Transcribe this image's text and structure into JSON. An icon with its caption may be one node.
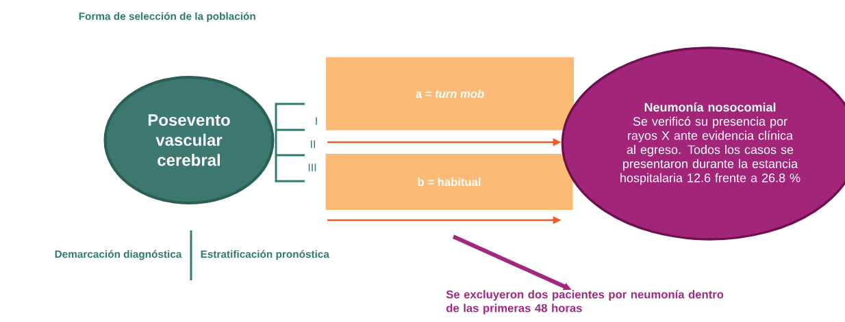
{
  "diagram": {
    "title": "Forma de selección de la población",
    "nodes": [
      {
        "text": [
          "Posevento vascular cerebral"
        ]
      },
      {
        "text": [
          "a = *turn mob*"
        ]
      },
      {
        "text": [
          "b = habitual"
        ]
      },
      {
        "text": [
          "Neumonía nosocomial",
          "Se verificó su presencia por rayos X ante evidencia clínica al egreso. Todos los casos se presentaron durante la estancia hospitalaria 12.6 frente a 26.8 %"
        ]
      },
      {
        "text": [
          "Se excluyeron dos pacientes por neumonía dentro de las primeras 48 horas"
        ]
      }
    ],
    "edges": [
      {
        "from": null,
        "to": 3,
        "arrow": "to"
      },
      {
        "from": null,
        "to": 3,
        "arrow": "to"
      },
      {
        "from": null,
        "to": 4,
        "arrow": "to",
        "style": "thick",
        "color": "#a2277e"
      }
    ],
    "labels": [
      "I",
      "II",
      "III",
      "Demarcación diagnóstica",
      "Estratificación pronóstica"
    ]
  }
}
